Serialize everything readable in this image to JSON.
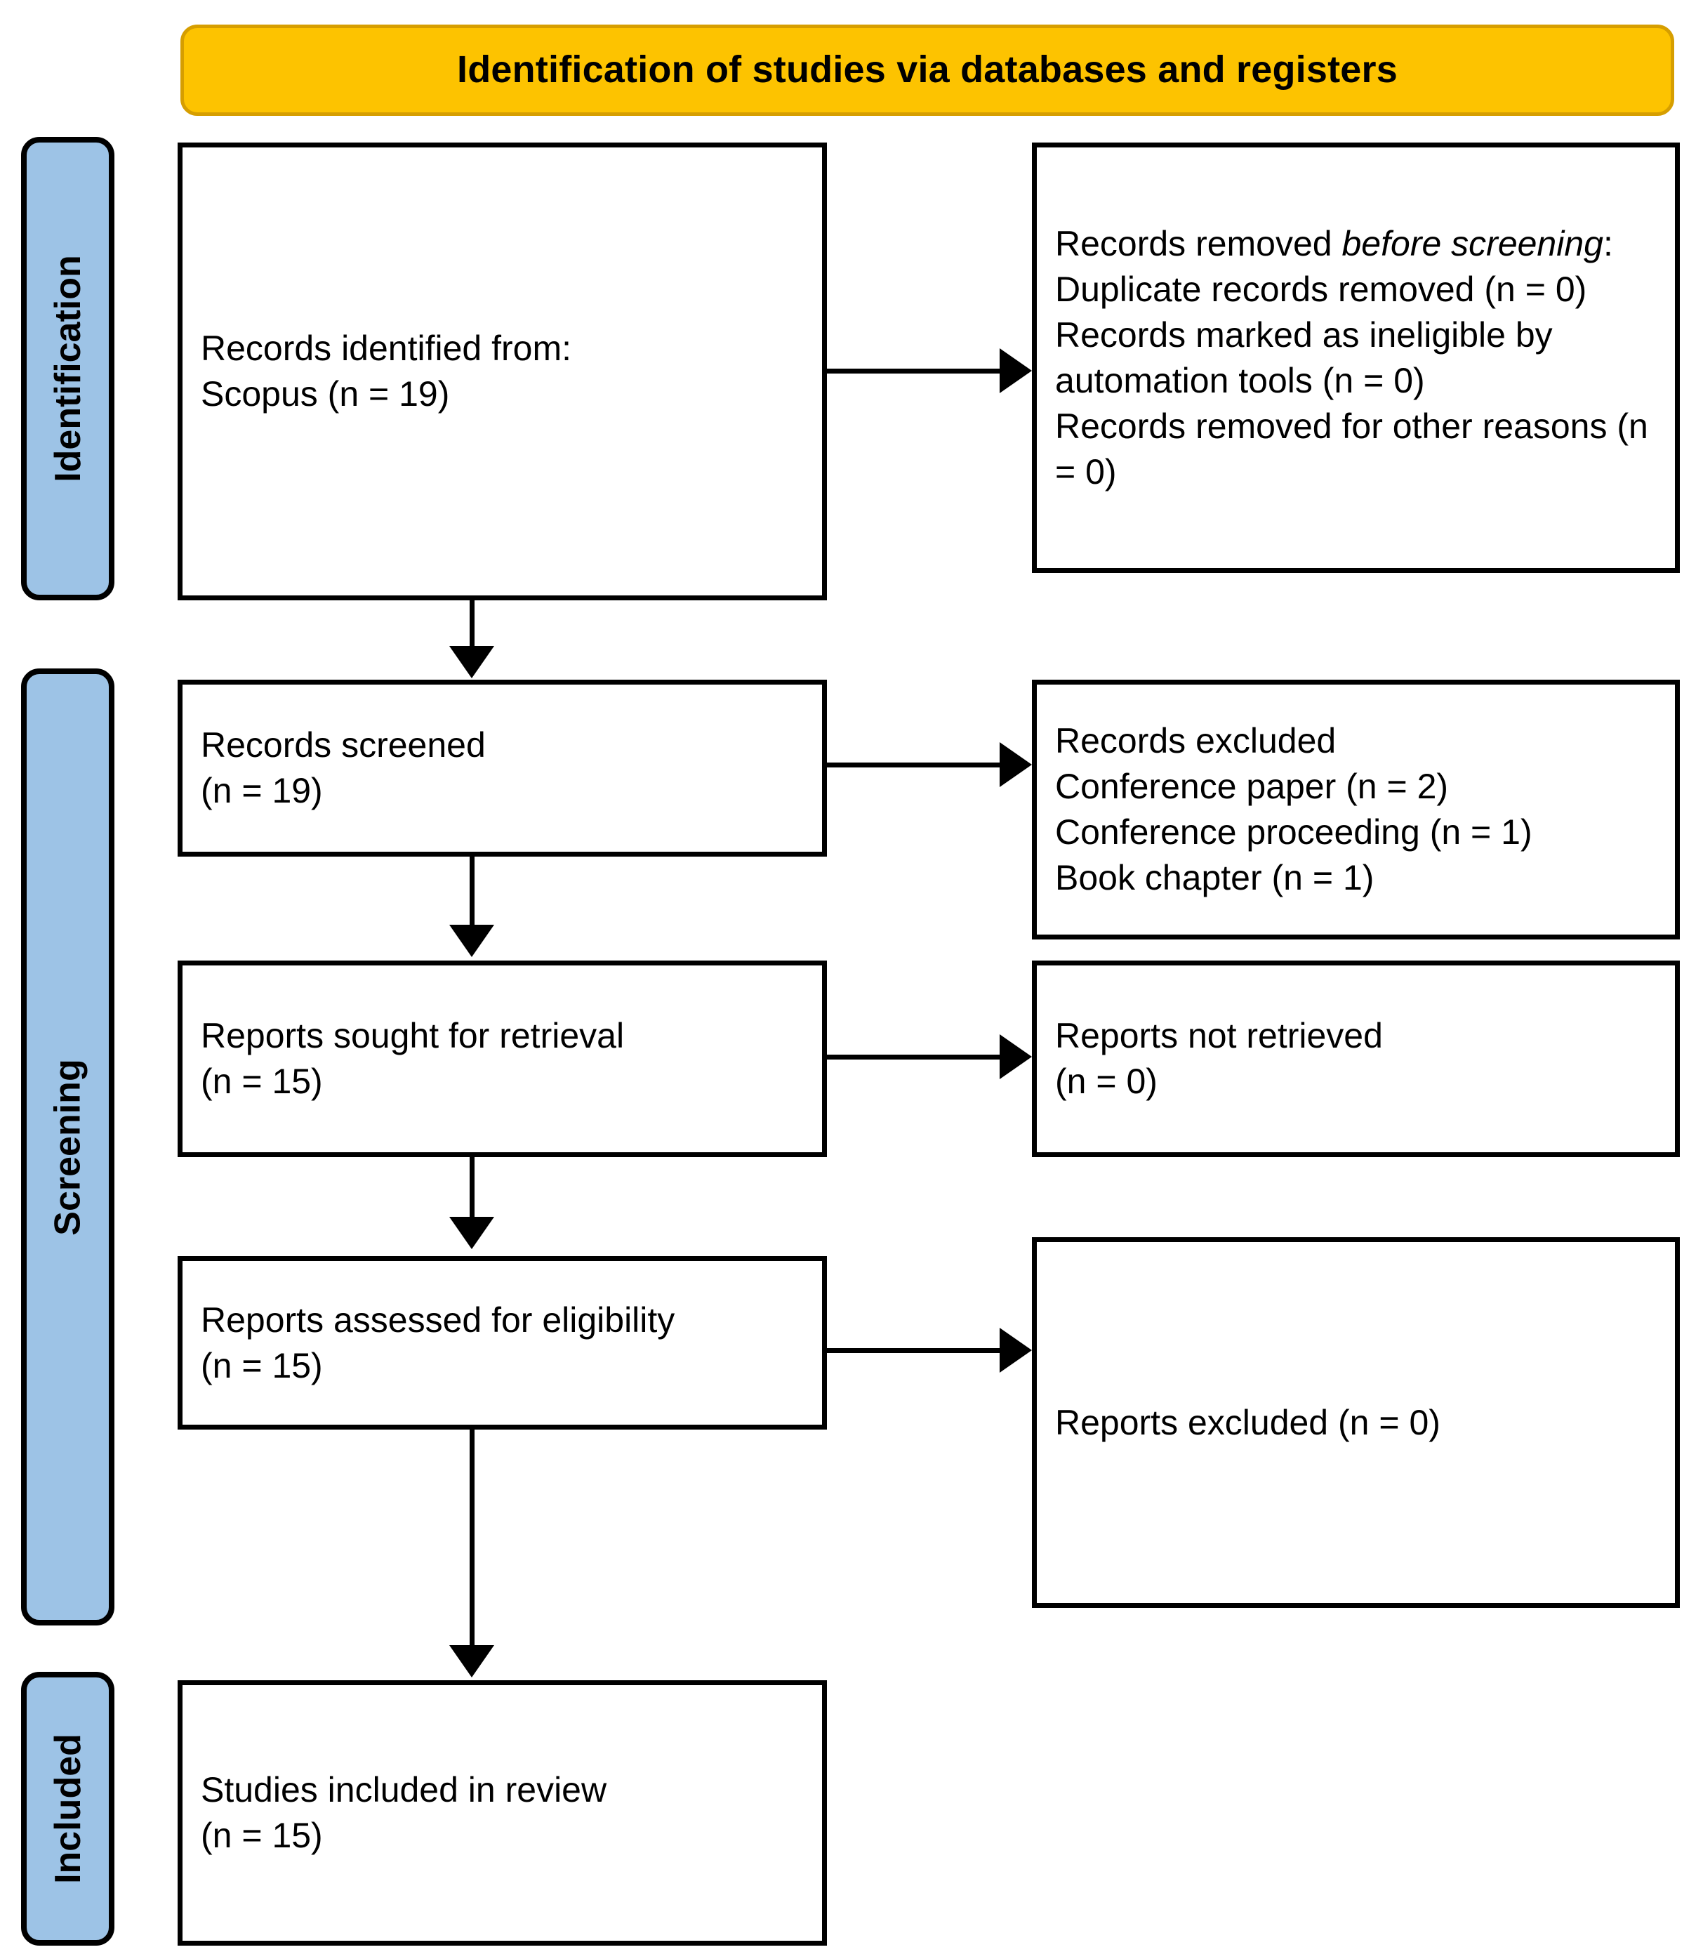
{
  "banner": {
    "title": "Identification of studies via databases and registers",
    "fill_color": "#FDC300",
    "border_color": "#D69E00"
  },
  "stages": {
    "identification": "Identification",
    "screening": "Screening",
    "included": "Included",
    "fill_color": "#9DC3E6",
    "border_color": "#000000"
  },
  "chart_data": {
    "type": "diagram",
    "title": "Identification of studies via databases and registers",
    "diagram_type": "PRISMA 2020 flow diagram",
    "stages": [
      "Identification",
      "Screening",
      "Included"
    ],
    "nodes": [
      {
        "id": "identified",
        "stage": "Identification",
        "column": "left",
        "label": "Records identified from:",
        "items": [
          {
            "label": "Scopus",
            "n": 19
          }
        ]
      },
      {
        "id": "removed_before_screening",
        "stage": "Identification",
        "column": "right",
        "label": "Records removed before screening:",
        "items": [
          {
            "label": "Duplicate records removed",
            "n": 0
          },
          {
            "label": "Records marked as ineligible by automation tools",
            "n": 0
          },
          {
            "label": "Records removed for other reasons",
            "n": 0
          }
        ]
      },
      {
        "id": "screened",
        "stage": "Screening",
        "column": "left",
        "label": "Records screened",
        "n": 19
      },
      {
        "id": "records_excluded",
        "stage": "Screening",
        "column": "right",
        "label": "Records excluded",
        "items": [
          {
            "label": "Conference paper",
            "n": 2
          },
          {
            "label": "Conference proceeding",
            "n": 1
          },
          {
            "label": "Book chapter",
            "n": 1
          }
        ]
      },
      {
        "id": "sought",
        "stage": "Screening",
        "column": "left",
        "label": "Reports sought for retrieval",
        "n": 15
      },
      {
        "id": "not_retrieved",
        "stage": "Screening",
        "column": "right",
        "label": "Reports not retrieved",
        "n": 0
      },
      {
        "id": "assessed",
        "stage": "Screening",
        "column": "left",
        "label": "Reports assessed for eligibility",
        "n": 15
      },
      {
        "id": "reports_excluded",
        "stage": "Screening",
        "column": "right",
        "label": "Reports excluded",
        "n": 0
      },
      {
        "id": "included",
        "stage": "Included",
        "column": "left",
        "label": "Studies included in review",
        "n": 15
      }
    ],
    "edges": [
      {
        "from": "identified",
        "to": "removed_before_screening",
        "direction": "right"
      },
      {
        "from": "identified",
        "to": "screened",
        "direction": "down"
      },
      {
        "from": "screened",
        "to": "records_excluded",
        "direction": "right"
      },
      {
        "from": "screened",
        "to": "sought",
        "direction": "down"
      },
      {
        "from": "sought",
        "to": "not_retrieved",
        "direction": "right"
      },
      {
        "from": "sought",
        "to": "assessed",
        "direction": "down"
      },
      {
        "from": "assessed",
        "to": "reports_excluded",
        "direction": "right"
      },
      {
        "from": "assessed",
        "to": "included",
        "direction": "down"
      }
    ]
  },
  "boxes": {
    "identified": {
      "line1": "Records identified from:",
      "line2": "Scopus (n = 19)"
    },
    "removed": {
      "lead_plain": "Records removed ",
      "lead_italic": "before screening",
      "lead_colon": ":",
      "item1": "Duplicate records removed (n = 0)",
      "item2": "Records marked as ineligible by automation tools (n = 0)",
      "item3": "Records removed for other reasons (n = 0)"
    },
    "screened": {
      "line1": "Records screened",
      "line2": "(n = 19)"
    },
    "records_excluded": {
      "line1": "Records excluded",
      "line2": "Conference paper (n = 2)",
      "line3": "Conference proceeding (n = 1)",
      "line4": "Book chapter (n = 1)"
    },
    "sought": {
      "line1": "Reports sought for retrieval",
      "line2": "(n = 15)"
    },
    "not_retrieved": {
      "line1": "Reports not retrieved",
      "line2": "(n = 0)"
    },
    "assessed": {
      "line1": "Reports assessed for eligibility",
      "line2": "(n = 15)"
    },
    "reports_excluded": {
      "line1": "Reports excluded (n = 0)"
    },
    "included": {
      "line1": "Studies included in review",
      "line2": "(n = 15)"
    }
  }
}
